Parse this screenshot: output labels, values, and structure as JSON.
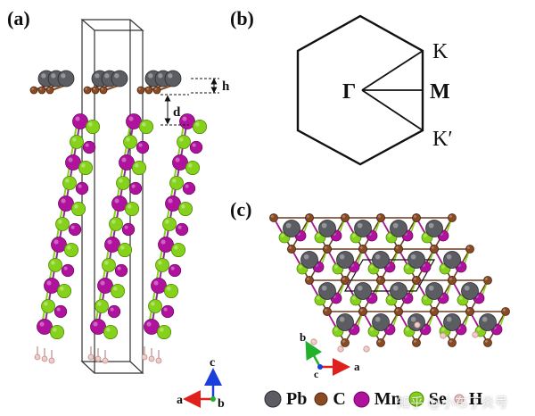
{
  "panels": {
    "a": {
      "label": "(a)",
      "dim_h": "h",
      "dim_d": "d"
    },
    "b": {
      "label": "(b)",
      "gamma": "Γ",
      "m": "M",
      "k": "K",
      "k_prime": "K′"
    },
    "c": {
      "label": "(c)"
    }
  },
  "axes": {
    "a_triad": {
      "c": "c",
      "a": "a",
      "b": "b"
    },
    "c_triad": {
      "b": "b",
      "a": "a",
      "c": "c"
    }
  },
  "legend": [
    {
      "symbol": "Pb",
      "color": "#5b5d63"
    },
    {
      "symbol": "C",
      "color": "#8a4a24"
    },
    {
      "symbol": "Mn",
      "color": "#b0129e"
    },
    {
      "symbol": "Se",
      "color": "#86d21a"
    },
    {
      "symbol": "H",
      "color": "#f3c7c3"
    }
  ],
  "colors": {
    "Pb": "#5b5d63",
    "C": "#8a4a24",
    "Mn": "#b0129e",
    "Se": "#86d21a",
    "H": "#f3c7c3"
  },
  "watermark": "知乎 @小布丁炎号"
}
